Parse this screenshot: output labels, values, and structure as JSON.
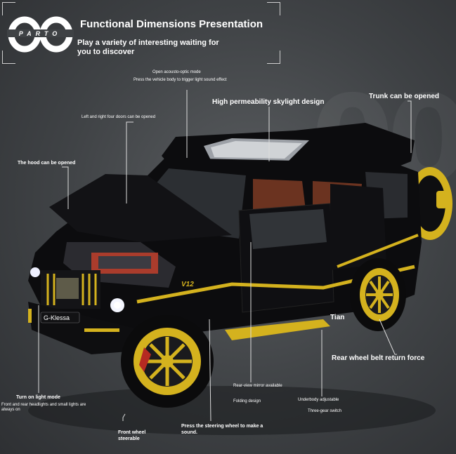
{
  "header": {
    "logo_text": "PARTO",
    "title": "Functional Dimensions Presentation",
    "subtitle": "Play a variety of interesting waiting for you to discover"
  },
  "car": {
    "plate": "G-Klessa",
    "badge": "V12",
    "door_text": "Tian"
  },
  "callouts": {
    "acousto_optic_title": "Open acousto-optic mode",
    "acousto_optic_desc": "Press the vehicle body to trigger light sound effect",
    "four_doors": "Left and right four doors can be opened",
    "skylight": "High permeability skylight design",
    "trunk": "Trunk can be opened",
    "hood": "The hood can be opened",
    "turn_on_light": "Turn on light mode",
    "light_desc": "Front and rear headlights and small lights are always on",
    "front_wheel": "Front wheel steerable",
    "steering": "Press the steering wheel to make a sound.",
    "mirror_1": "Rear-view mirror available",
    "mirror_2": "Folding design",
    "underbody_1": "Underbody adjustable",
    "underbody_2": "Three-gear switch",
    "rear_wheel": "Rear wheel belt return force"
  },
  "colors": {
    "accent_gold": "#d4b21e",
    "body_black": "#0c0c0e",
    "interior_brown": "#6b3320"
  }
}
